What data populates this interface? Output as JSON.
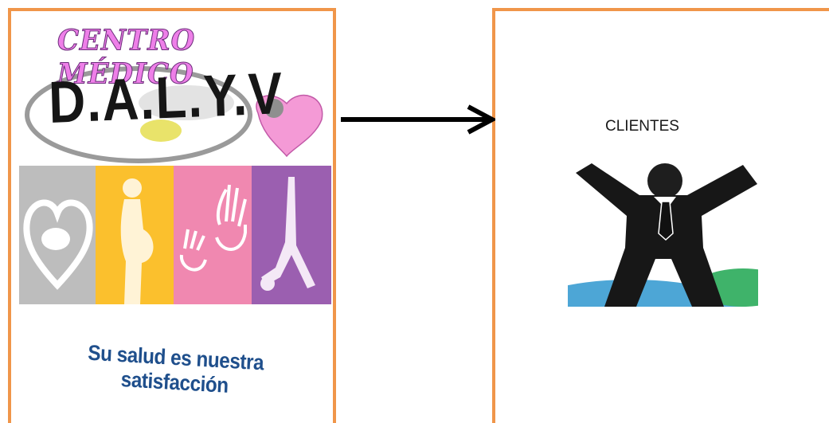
{
  "logo": {
    "header_text": "CENTRO MÉDICO",
    "name": "D.A.L.Y.V",
    "slogan": "Su salud es nuestra satisfacción",
    "stripe_colors": [
      "#bdbdbd",
      "#fbc02d",
      "#f088b0",
      "#9b5fb0"
    ]
  },
  "client": {
    "label": "CLIENTES"
  },
  "colors": {
    "box_border": "#f0964a",
    "arrow": "#000000",
    "slogan": "#1f4f8c"
  }
}
